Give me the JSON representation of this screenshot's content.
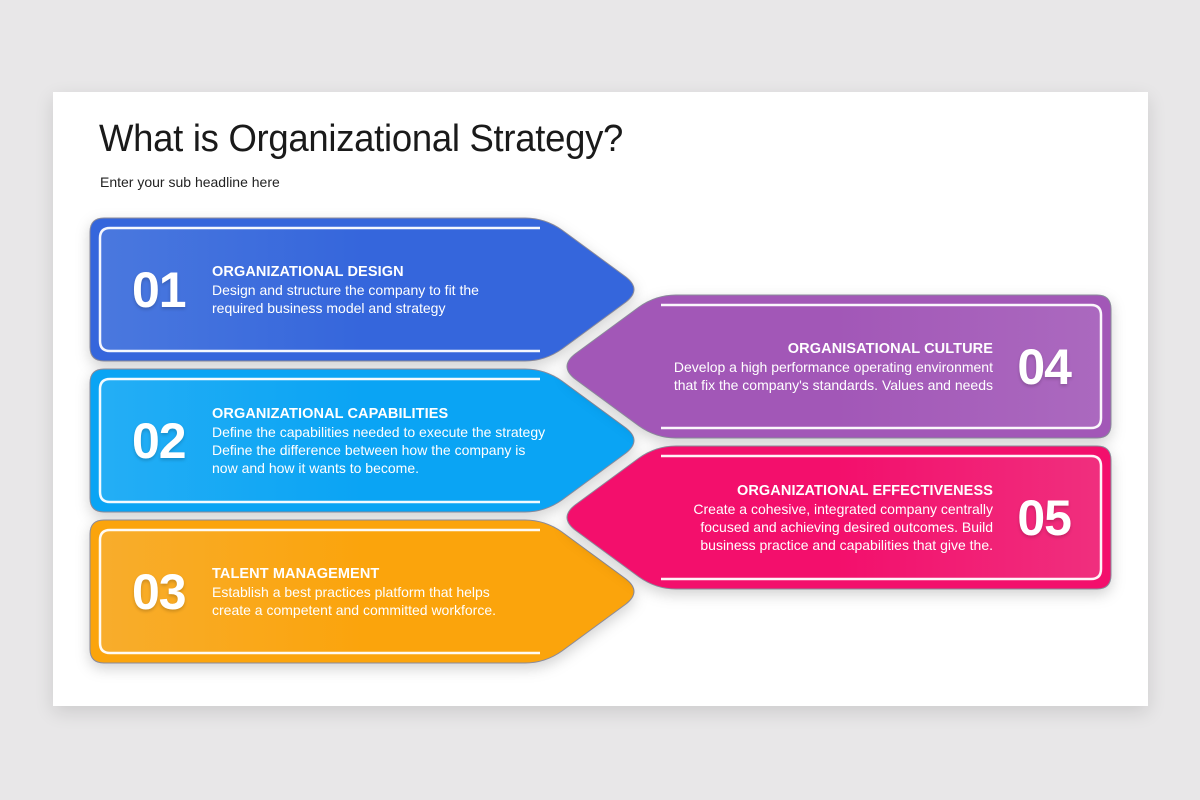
{
  "slide": {
    "title": "What is Organizational Strategy?",
    "subtitle": "Enter your sub headline here"
  },
  "items": [
    {
      "number": "01",
      "heading": "ORGANIZATIONAL DESIGN",
      "lines": [
        "Design and structure the company to fit the",
        "required business model and strategy"
      ],
      "color": "#3566dc",
      "side": "left"
    },
    {
      "number": "02",
      "heading": "ORGANIZATIONAL CAPABILITIES",
      "lines": [
        "Define the capabilities needed to execute the strategy",
        "Define the difference between how the company is",
        "now and how it wants to become."
      ],
      "color": "#0aa4f4",
      "side": "left"
    },
    {
      "number": "03",
      "heading": "TALENT MANAGEMENT",
      "lines": [
        "Establish a best practices platform that helps",
        "create a competent  and committed workforce."
      ],
      "color": "#fba40c",
      "side": "left"
    },
    {
      "number": "04",
      "heading": "ORGANISATIONAL CULTURE",
      "lines": [
        "Develop a high performance operating environment",
        "that fix the company's standards. Values and needs"
      ],
      "color": "#a257b7",
      "side": "right"
    },
    {
      "number": "05",
      "heading": "ORGANIZATIONAL EFFECTIVENESS",
      "lines": [
        "Create a cohesive, integrated company centrally",
        "focused and achieving desired outcomes. Build",
        "business practice and capabilities that give the."
      ],
      "color": "#f30f6c",
      "side": "right"
    }
  ]
}
